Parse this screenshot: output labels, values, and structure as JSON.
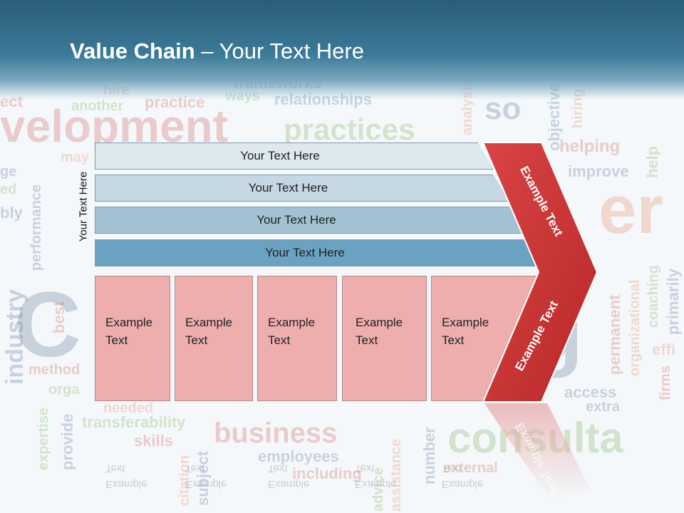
{
  "title": {
    "main": "Value Chain",
    "rest": " – Your Text Here"
  },
  "rows": [
    {
      "label": "Your Text Here"
    },
    {
      "label": "Your Text Here"
    },
    {
      "label": "Your Text Here"
    },
    {
      "label": "Your Text Here"
    }
  ],
  "side_label": "Your Text Here",
  "boxes": [
    {
      "line1": "Example",
      "line2": "Text"
    },
    {
      "line1": "Example",
      "line2": "Text"
    },
    {
      "line1": "Example",
      "line2": "Text"
    },
    {
      "line1": "Example",
      "line2": "Text"
    },
    {
      "line1": "Example",
      "line2": "Text"
    }
  ],
  "chevron": {
    "top_label": "Example Text",
    "bottom_label": "Example Text",
    "color": "#cc3333"
  },
  "background_words": {
    "development": "velopment",
    "practices": "practices",
    "frameworks": "frameworks",
    "relationships": "relationships",
    "another": "another",
    "practice": "practice",
    "ways": "ways",
    "hire": "hire",
    "helping": "helping",
    "improve": "improve",
    "help": "help",
    "objective": "objective",
    "performance": "performance",
    "industry": "industry",
    "best": "best",
    "methods": "method",
    "business": "business",
    "employees": "employees",
    "including": "including",
    "external": "external",
    "consulta": "consulta",
    "access": "access",
    "extra": "extra",
    "transferability": "transferability",
    "skills": "skills",
    "expertise": "expertise",
    "provide": "provide",
    "needed": "needed",
    "coaching": "coaching",
    "primarily": "primarily",
    "permanent": "permanent",
    "organizational": "organizational",
    "so": "so",
    "ect": "ect",
    "bly": "bly",
    "ed": "ed",
    "ge": "ge",
    "may": "may",
    "subject": "subject",
    "citation": "citation",
    "advice": "advice",
    "assistance": "assistance",
    "number": "number",
    "hiring": "hiring",
    "firms": "firms",
    "effi": "effi",
    "analysis": "analysis",
    "orga": "orga",
    "c_big": "C",
    "g_big": "g",
    "er_big": "er"
  }
}
